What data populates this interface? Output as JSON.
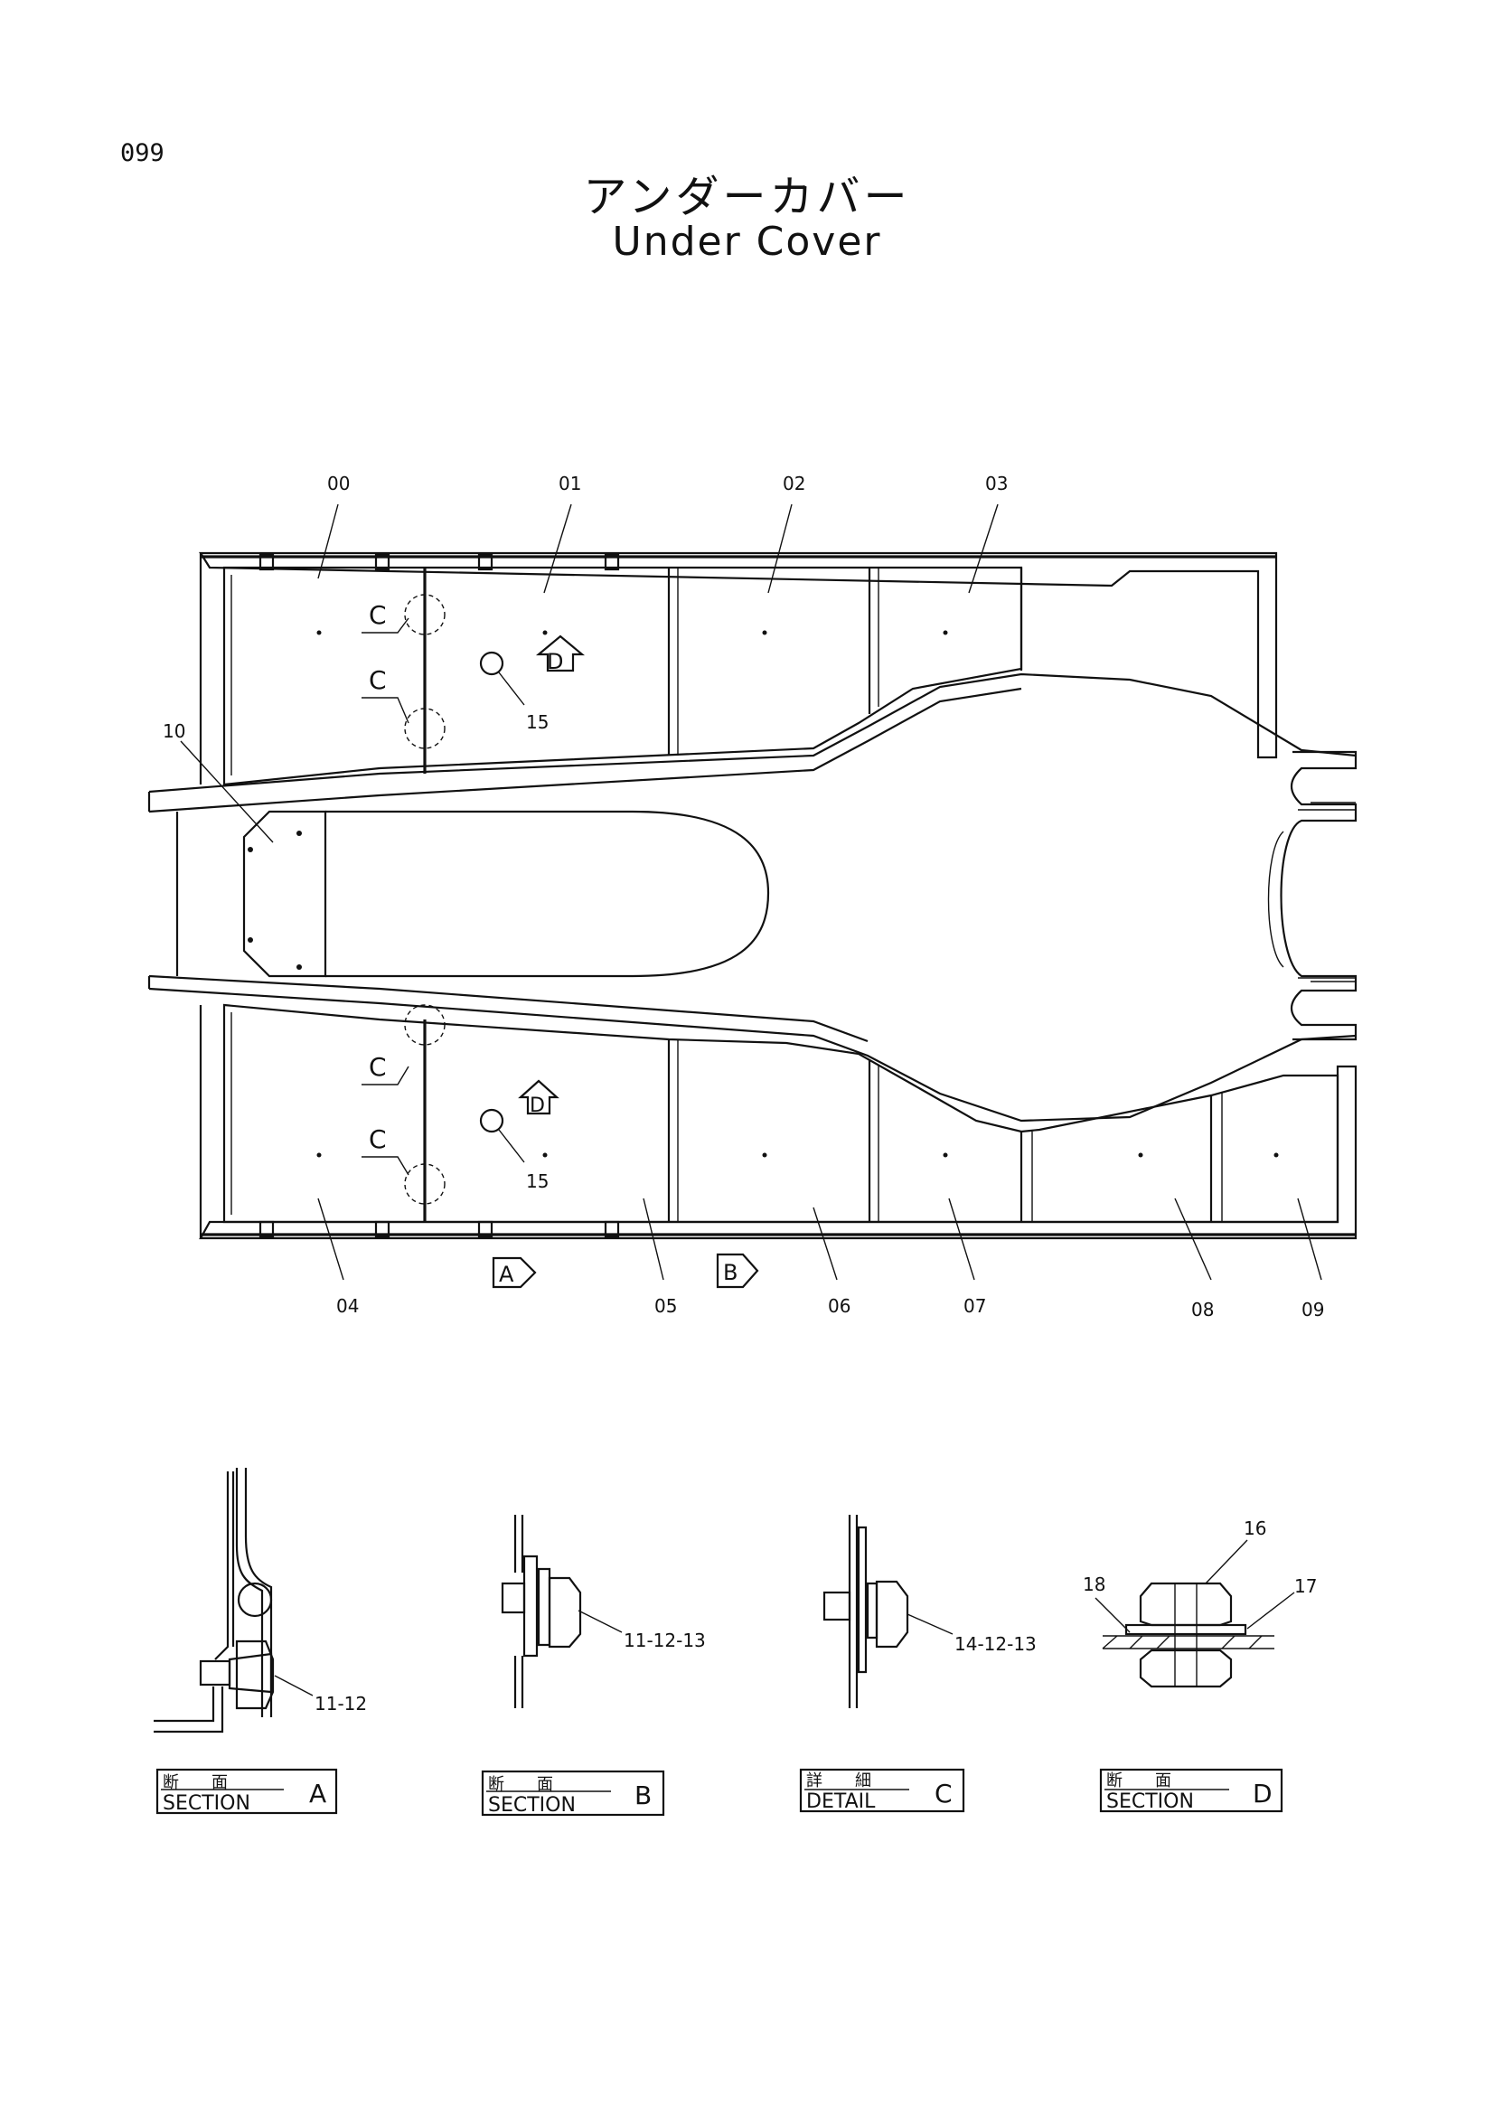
{
  "page_number": "099",
  "title_jp": "アンダーカバー",
  "title_en": "Under Cover",
  "callouts": {
    "p00": "00",
    "p01": "01",
    "p02": "02",
    "p03": "03",
    "p04": "04",
    "p05": "05",
    "p06": "06",
    "p07": "07",
    "p08": "08",
    "p09": "09",
    "p10": "10",
    "p15a": "15",
    "p15b": "15",
    "p16": "16",
    "p17": "17",
    "p18": "18"
  },
  "view_markers": {
    "c1": "C",
    "c2": "C",
    "c3": "C",
    "c4": "C",
    "d1": "D",
    "d2": "D",
    "a": "A",
    "b": "B"
  },
  "section_callouts": {
    "a": "11-12",
    "b": "11-12-13",
    "c": "14-12-13"
  },
  "section_labels": {
    "a": {
      "jp": "断　　面",
      "en": "SECTION",
      "letter": "A"
    },
    "b": {
      "jp": "断　　面",
      "en": "SECTION",
      "letter": "B"
    },
    "c": {
      "jp": "詳　　細",
      "en": "DETAIL",
      "letter": "C"
    },
    "d": {
      "jp": "断　　面",
      "en": "SECTION",
      "letter": "D"
    }
  }
}
